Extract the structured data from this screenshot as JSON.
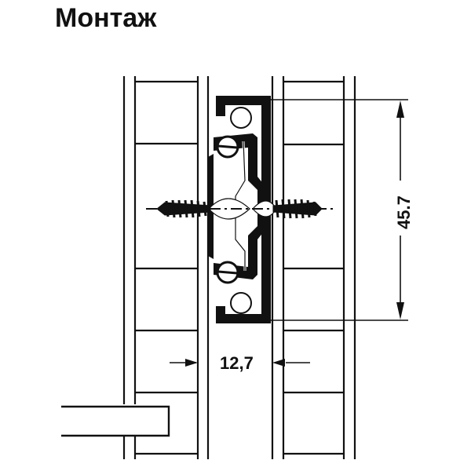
{
  "title": "Монтаж",
  "dimensions": {
    "height_label": "45.7",
    "width_label": "12,7"
  },
  "colors": {
    "ink": "#111111",
    "background": "#ffffff"
  },
  "diagram": {
    "subject": "drawer slide rail mounting cross-section",
    "parts": [
      "left-cabinet-wall",
      "right-drawer-side",
      "slide-rail-profile",
      "ball-bearings",
      "mounting-screws",
      "shelf-board"
    ]
  }
}
